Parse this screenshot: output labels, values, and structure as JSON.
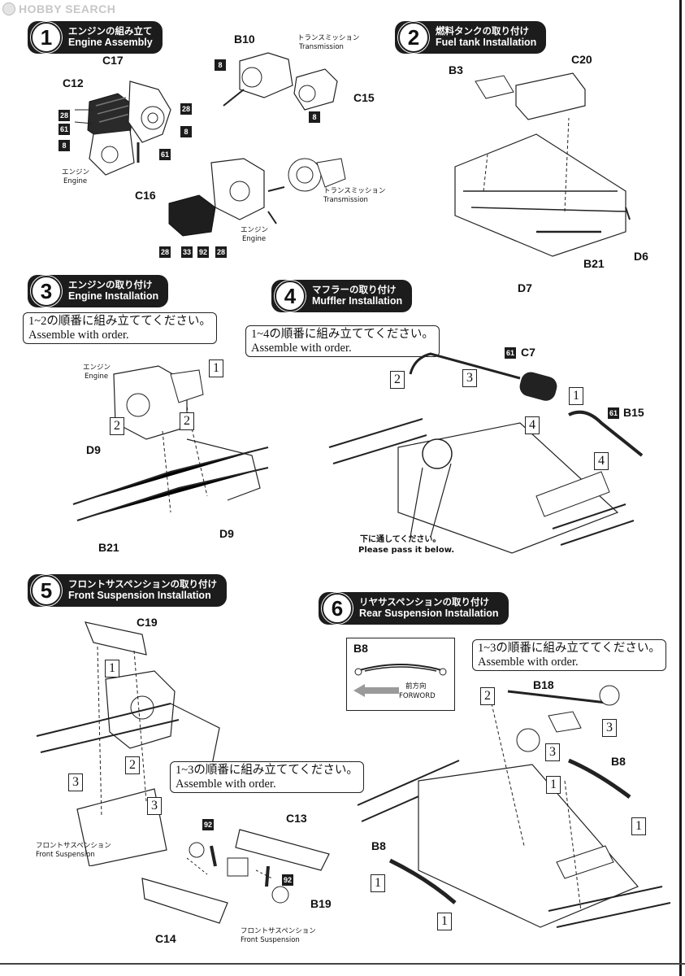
{
  "watermark": {
    "text": "HOBBY SEARCH"
  },
  "steps": {
    "s1": {
      "number": "1",
      "jp": "エンジンの組み立て",
      "en": "Engine Assembly"
    },
    "s2": {
      "number": "2",
      "jp": "燃料タンクの取り付け",
      "en": "Fuel tank Installation"
    },
    "s3": {
      "number": "3",
      "jp": "エンジンの取り付け",
      "en": "Engine Installation"
    },
    "s4": {
      "number": "4",
      "jp": "マフラーの取り付け",
      "en": "Muffler Installation"
    },
    "s5": {
      "number": "5",
      "jp": "フロントサスペンションの取り付け",
      "en": "Front Suspension Installation"
    },
    "s6": {
      "number": "6",
      "jp": "リヤサスペンションの取り付け",
      "en": "Rear Suspension Installation"
    }
  },
  "notes": {
    "s3": {
      "jp": "1~2の順番に組み立ててください。",
      "en": "Assemble with order."
    },
    "s4": {
      "jp": "1~4の順番に組み立ててください。",
      "en": "Assemble with order."
    },
    "s5": {
      "jp": "1~3の順番に組み立ててください。",
      "en": "Assemble with order."
    },
    "s6": {
      "jp": "1~3の順番に組み立ててください。",
      "en": "Assemble with order."
    }
  },
  "parts": {
    "b10": "B10",
    "c17": "C17",
    "c12": "C12",
    "c15": "C15",
    "c16": "C16",
    "b3": "B3",
    "c20": "C20",
    "b21": "B21",
    "d6": "D6",
    "d7": "D7",
    "d9": "D9",
    "c7": "C7",
    "b15": "B15",
    "c19": "C19",
    "c13": "C13",
    "b19": "B19",
    "c14": "C14",
    "b18": "B18",
    "b8": "B8"
  },
  "small_labels": {
    "engine_jp": "エンジン",
    "engine_en": "Engine",
    "transmission_jp": "トランスミッション",
    "transmission_en": "Transmission",
    "front_susp_jp": "フロントサスペンション",
    "front_susp_en": "Front Suspension",
    "pass_below_jp": "下に通してください。",
    "pass_below_en": "Please pass it below.",
    "forward_jp": "前方向",
    "forward_en": "FORWORD"
  },
  "tags": {
    "t8": "8",
    "t28": "28",
    "t61": "61",
    "t33": "33",
    "t92": "92"
  },
  "orders": {
    "o1": "1",
    "o2": "2",
    "o3": "3",
    "o4": "4"
  },
  "colors": {
    "header_bg": "#1c1c1c",
    "line": "#222222",
    "watermark": "#c7c7c7"
  }
}
